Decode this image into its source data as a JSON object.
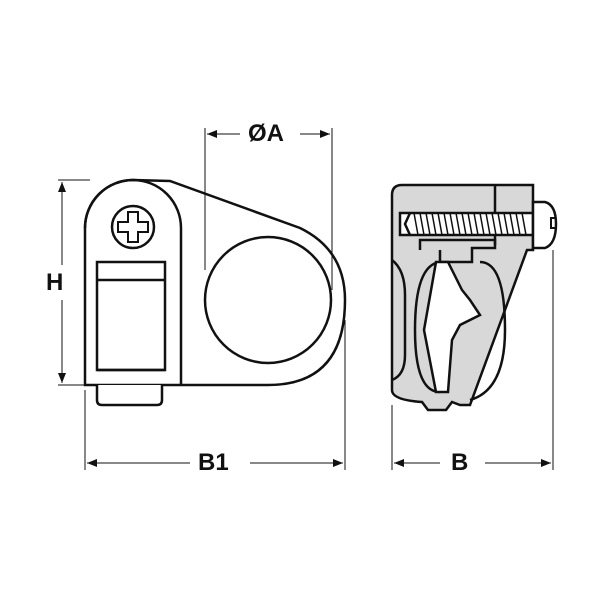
{
  "dimensions": {
    "height_label": "H",
    "diameter_label": "ØA",
    "width_front_label": "B1",
    "width_side_label": "B"
  },
  "colors": {
    "line": "#111111",
    "fill_side": "#d8d8d8",
    "fill_front": "#ffffff"
  }
}
